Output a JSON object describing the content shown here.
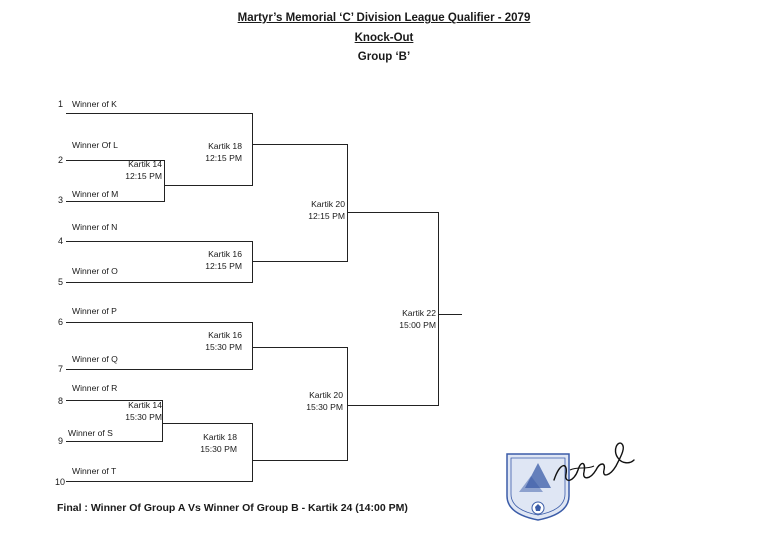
{
  "header": {
    "title": "Martyr’s Memorial ‘C’ Division League Qualifier - 2079",
    "subtitle": "Knock-Out",
    "group": "Group ‘B’"
  },
  "slots": [
    {
      "num": "1",
      "team": "Winner of K"
    },
    {
      "num": "2",
      "team": "Winner Of L"
    },
    {
      "num": "3",
      "team": "Winner of M"
    },
    {
      "num": "4",
      "team": "Winner of N"
    },
    {
      "num": "5",
      "team": "Winner of O"
    },
    {
      "num": "6",
      "team": "Winner of P"
    },
    {
      "num": "7",
      "team": "Winner of Q"
    },
    {
      "num": "8",
      "team": "Winner of R"
    },
    {
      "num": "9",
      "team": "Winner of S"
    },
    {
      "num": "10",
      "team": "Winner of T"
    }
  ],
  "matches": {
    "top_prelim": {
      "date": "Kartik 14",
      "time": "12:15 PM"
    },
    "r1_a": {
      "date": "Kartik 18",
      "time": "12:15 PM"
    },
    "r1_b": {
      "date": "Kartik 16",
      "time": "12:15 PM"
    },
    "r1_c": {
      "date": "Kartik 16",
      "time": "15:30 PM"
    },
    "bot_prelim": {
      "date": "Kartik 14",
      "time": "15:30 PM"
    },
    "r1_d": {
      "date": "Kartik 18",
      "time": "15:30 PM"
    },
    "semi_top": {
      "date": "Kartik 20",
      "time": "12:15 PM"
    },
    "semi_bottom": {
      "date": "Kartik 20",
      "time": "15:30 PM"
    },
    "final": {
      "date": "Kartik 22",
      "time": "15:00 PM"
    }
  },
  "footer": "Final : Winner Of Group A Vs Winner Of Group B - Kartik 24 (14:00 PM)",
  "colors": {
    "line": "#222222",
    "stamp": "#3b5ca8",
    "ink": "#1a1a1a"
  }
}
